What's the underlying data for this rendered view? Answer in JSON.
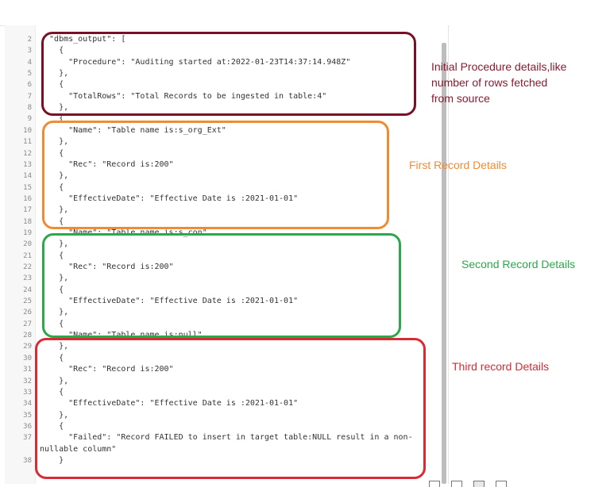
{
  "editor": {
    "lines": [
      {
        "n": "2",
        "text": "  \"dbms_output\": ["
      },
      {
        "n": "3",
        "text": "    {"
      },
      {
        "n": "4",
        "text": "      \"Procedure\": \"Auditing started at:2022-01-23T14:37:14.948Z\""
      },
      {
        "n": "5",
        "text": "    },"
      },
      {
        "n": "6",
        "text": "    {"
      },
      {
        "n": "7",
        "text": "      \"TotalRows\": \"Total Records to be ingested in table:4\""
      },
      {
        "n": "8",
        "text": "    },"
      },
      {
        "n": "9",
        "text": "    {"
      },
      {
        "n": "10",
        "text": "      \"Name\": \"Table name is:s_org_Ext\""
      },
      {
        "n": "11",
        "text": "    },"
      },
      {
        "n": "12",
        "text": "    {"
      },
      {
        "n": "13",
        "text": "      \"Rec\": \"Record is:200\""
      },
      {
        "n": "14",
        "text": "    },"
      },
      {
        "n": "15",
        "text": "    {"
      },
      {
        "n": "16",
        "text": "      \"EffectiveDate\": \"Effective Date is :2021-01-01\""
      },
      {
        "n": "17",
        "text": "    },"
      },
      {
        "n": "18",
        "text": "    {"
      },
      {
        "n": "19",
        "text": "      \"Name\": \"Table name is:s_con\""
      },
      {
        "n": "20",
        "text": "    },"
      },
      {
        "n": "21",
        "text": "    {"
      },
      {
        "n": "22",
        "text": "      \"Rec\": \"Record is:200\""
      },
      {
        "n": "23",
        "text": "    },"
      },
      {
        "n": "24",
        "text": "    {"
      },
      {
        "n": "25",
        "text": "      \"EffectiveDate\": \"Effective Date is :2021-01-01\""
      },
      {
        "n": "26",
        "text": "    },"
      },
      {
        "n": "27",
        "text": "    {"
      },
      {
        "n": "28",
        "text": "      \"Name\": \"Table name is:null\""
      },
      {
        "n": "29",
        "text": "    },"
      },
      {
        "n": "30",
        "text": "    {"
      },
      {
        "n": "31",
        "text": "      \"Rec\": \"Record is:200\""
      },
      {
        "n": "32",
        "text": "    },"
      },
      {
        "n": "33",
        "text": "    {"
      },
      {
        "n": "34",
        "text": "      \"EffectiveDate\": \"Effective Date is :2021-01-01\""
      },
      {
        "n": "35",
        "text": "    },"
      },
      {
        "n": "36",
        "text": "    {"
      },
      {
        "n": "37",
        "text": "      \"Failed\": \"Record FAILED to insert in target table:NULL result in a non-",
        "cont": "nullable column\""
      },
      {
        "n": "38",
        "text": "    }"
      }
    ]
  },
  "annotations": {
    "initial": "Initial Procedure details,like\nnumber of rows fetched\nfrom source",
    "first": "First Record Details",
    "second": "Second Record Details",
    "third": "Third record Details"
  },
  "colors": {
    "initial": "#7a1028",
    "first": "#ef8c33",
    "second": "#2aa84a",
    "third": "#d92a36"
  },
  "status_icons": [
    "bracket-icon",
    "columns-icon",
    "split-view-icon",
    "panel-icon"
  ]
}
